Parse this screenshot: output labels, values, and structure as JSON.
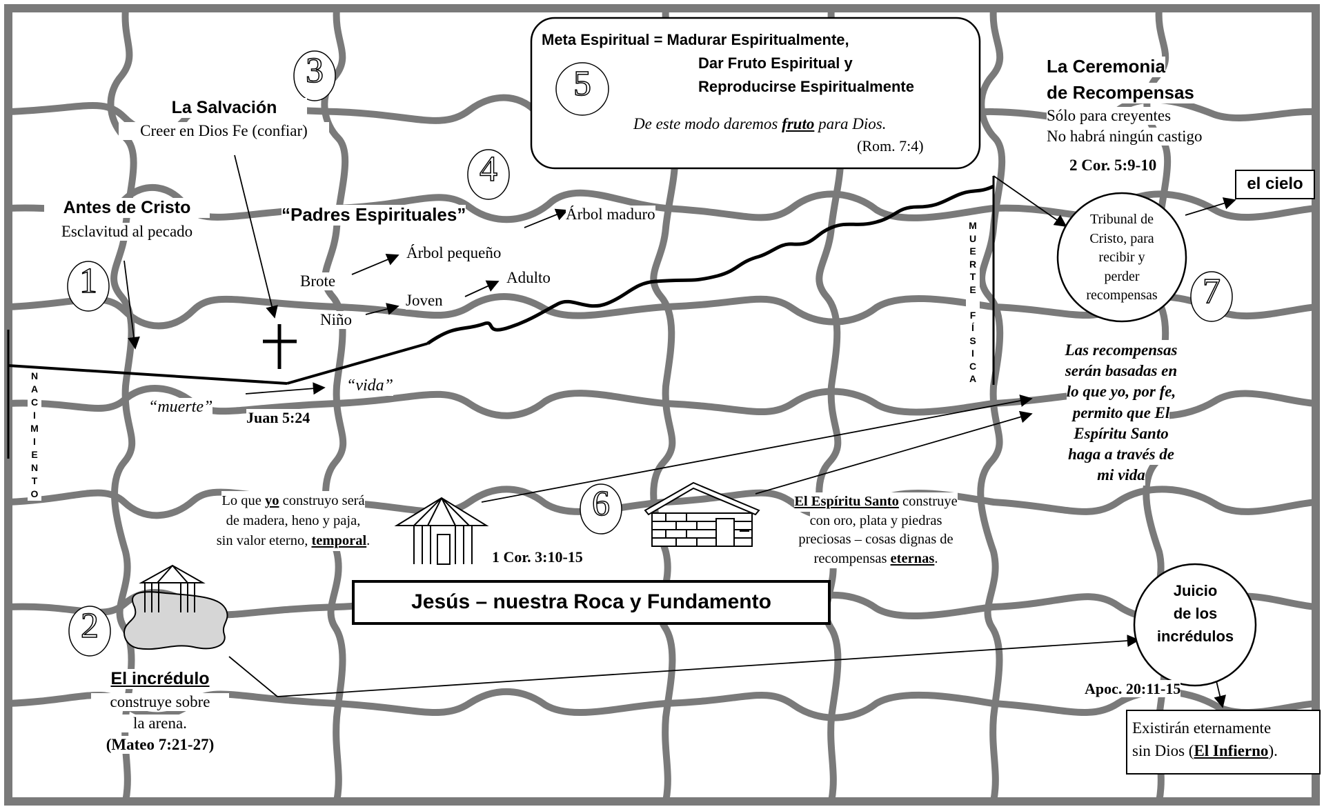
{
  "steps": {
    "one": "1",
    "two": "2",
    "three": "3",
    "four": "4",
    "five": "5",
    "six": "6",
    "seven": "7"
  },
  "before_christ": {
    "title": "Antes de Cristo",
    "subtitle": "Esclavitud al pecado"
  },
  "salvation": {
    "title": "La Salvación",
    "subtitle": "Creer en Dios Fe (confiar)"
  },
  "spiritual_parents": {
    "title": "“Padres Espirituales”",
    "stages": {
      "brote": "Brote",
      "arbol_pequeno": "Árbol pequeño",
      "arbol_maduro": "Árbol maduro",
      "nino": "Niño",
      "joven": "Joven",
      "adulto": "Adulto"
    }
  },
  "goal": {
    "line1": "Meta Espiritual = Madurar Espiritualmente,",
    "line2": "Dar Fruto Espiritual y",
    "line3": "Reproducirse Espiritualmente",
    "quote_pre": "De este modo daremos ",
    "quote_fruit": "fruto",
    "quote_post": " para Dios.",
    "reference": "(Rom. 7:4)"
  },
  "ceremony": {
    "title_line1": "La Ceremonia",
    "title_line2": "de Recompensas",
    "line1": "Sólo para creyentes",
    "line2": "No habrá ningún castigo",
    "reference": "2 Cor. 5:9-10"
  },
  "heaven": "el cielo",
  "tribunal": [
    "Tribunal de",
    "Cristo, para",
    "recibir y",
    "perder",
    "recompensas"
  ],
  "rewards_note": [
    "Las recompensas",
    "serán basadas en",
    "lo que yo, por fe,",
    "permito que El",
    "Espíritu Santo",
    "haga a través de",
    "mi vida"
  ],
  "birth_label": [
    "N",
    "A",
    "C",
    "I",
    "M",
    "I",
    "E",
    "N",
    "T",
    "O"
  ],
  "physical_death_label": [
    "M",
    "U",
    "E",
    "R",
    "T",
    "E",
    " ",
    "F",
    "Í",
    "S",
    "I",
    "C",
    "A"
  ],
  "death_life": {
    "death": "“muerte”",
    "life": "“vida”",
    "reference": "Juan 5:24"
  },
  "self_build": {
    "line1_pre": "Lo que ",
    "line1_yo": "yo",
    "line1_post": " construyo será",
    "line2": "de madera, heno y paja,",
    "line3_pre": "sin valor eterno, ",
    "line3_temporal": "temporal",
    "line3_post": "."
  },
  "spirit_build": {
    "line1_spirit": "El Espíritu Santo",
    "line1_post": " construye",
    "line2": "con oro, plata y piedras",
    "line3": "preciosas – cosas dignas de",
    "line4_pre": "recompensas ",
    "line4_eternas": "eternas",
    "line4_post": "."
  },
  "cor_reference": "1 Cor. 3:10-15",
  "foundation": "Jesús – nuestra Roca y Fundamento",
  "unbeliever": {
    "title": "El incrédulo",
    "line1": "construye sobre",
    "line2": "la arena.",
    "reference": "(Mateo 7:21-27)"
  },
  "judgment": {
    "line1": "Juicio",
    "line2": "de los",
    "line3": "incrédulos",
    "reference": "Apoc. 20:11-15"
  },
  "eternal": {
    "line1": "Existirán eternamente",
    "line2_pre": "sin Dios (",
    "line2_hell": "El Infierno",
    "line2_post": ")."
  }
}
